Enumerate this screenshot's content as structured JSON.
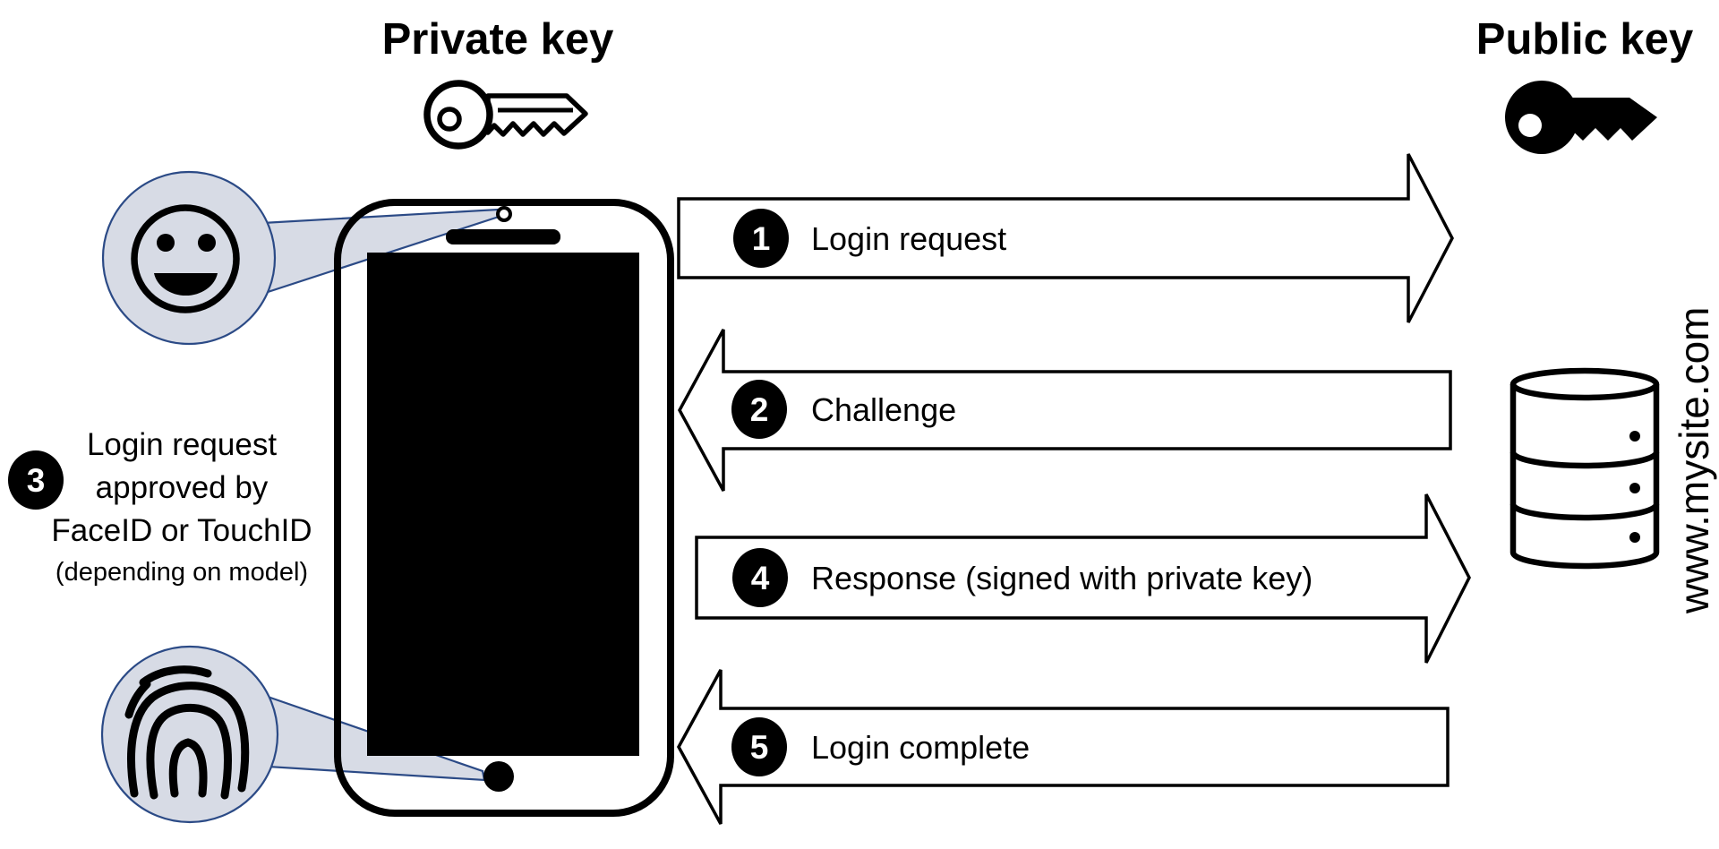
{
  "titles": {
    "private_key": "Private key",
    "public_key": "Public key"
  },
  "steps": [
    {
      "num": "1",
      "label": "Login request",
      "direction": "right"
    },
    {
      "num": "2",
      "label": "Challenge",
      "direction": "left"
    },
    {
      "num": "3",
      "lines": [
        "Login request",
        "approved by",
        "FaceID or TouchID"
      ],
      "note": "(depending on model)"
    },
    {
      "num": "4",
      "label": "Response (signed with private key)",
      "direction": "right"
    },
    {
      "num": "5",
      "label": "Login complete",
      "direction": "left"
    }
  ],
  "server": {
    "domain": "www.mysite.com"
  },
  "colors": {
    "ink": "#000000",
    "paper": "#ffffff",
    "callout_fill": "#d7dbe5",
    "callout_stroke": "#2b4a86"
  }
}
